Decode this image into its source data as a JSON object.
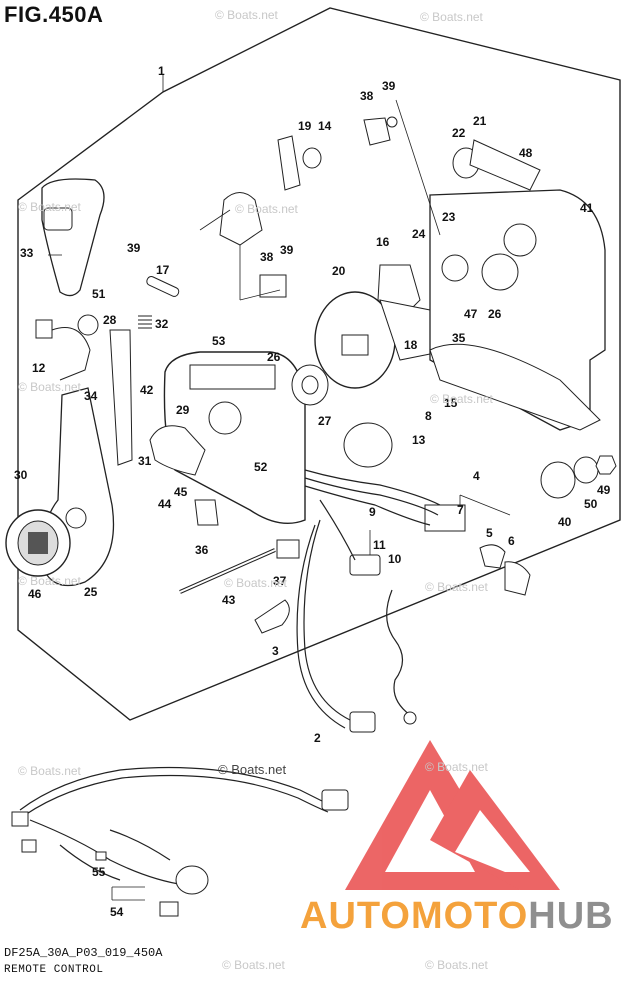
{
  "figure_title": "FIG.450A",
  "diagram_code": "DF25A_30A_P03_019_450A",
  "caption": "REMOTE CONTROL",
  "watermark_text": "© Boats.net",
  "brand": {
    "part1": "AUTOMOTO",
    "part2": "HUB",
    "colors": {
      "auto": "#f4a23c",
      "hub": "#8f8f8f",
      "logo": "#e94b4b"
    }
  },
  "callouts": [
    "1",
    "2",
    "3",
    "4",
    "5",
    "6",
    "7",
    "8",
    "9",
    "10",
    "11",
    "12",
    "13",
    "14",
    "15",
    "16",
    "17",
    "18",
    "19",
    "20",
    "21",
    "22",
    "23",
    "24",
    "25",
    "26",
    "26",
    "27",
    "28",
    "29",
    "30",
    "31",
    "32",
    "33",
    "34",
    "35",
    "36",
    "37",
    "38",
    "38",
    "39",
    "39",
    "39",
    "40",
    "41",
    "42",
    "43",
    "44",
    "45",
    "46",
    "47",
    "48",
    "49",
    "50",
    "51",
    "52",
    "53",
    "54",
    "55"
  ]
}
